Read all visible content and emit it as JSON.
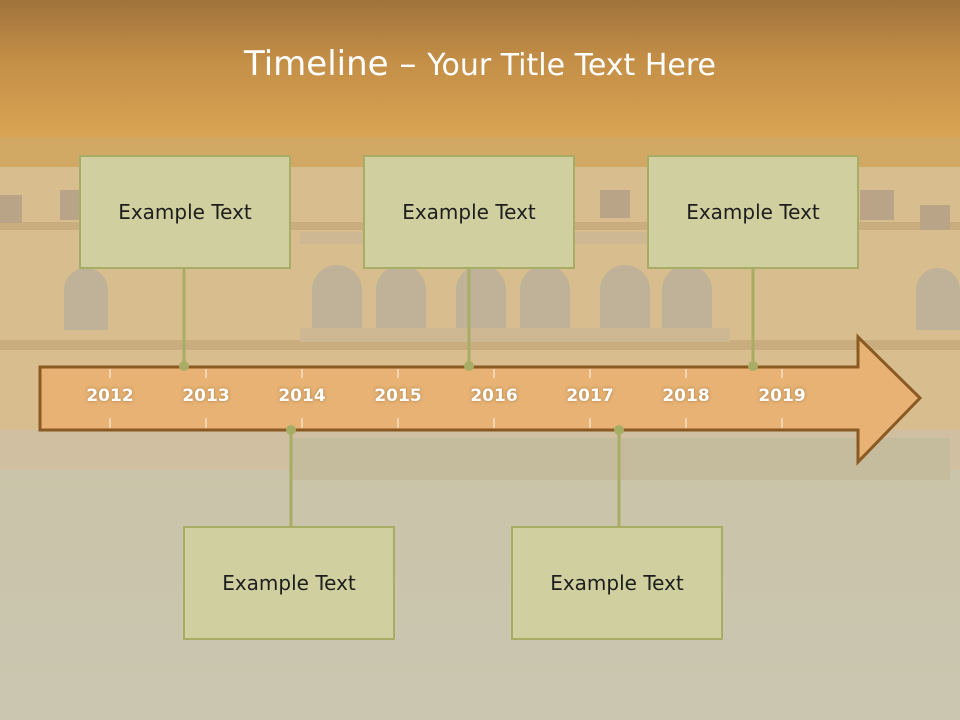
{
  "slide": {
    "title_main": "Timeline – ",
    "title_sub": "Your Title Text Here"
  },
  "colors": {
    "header": "#c48f47",
    "arrow_fill": "#e7b274",
    "arrow_stroke": "#8a5a22",
    "box_fill": "#cfcf9f",
    "box_border": "#a8ad66",
    "connector": "#a8ad66"
  },
  "timeline": {
    "years": [
      "2012",
      "2013",
      "2014",
      "2015",
      "2016",
      "2017",
      "2018",
      "2019"
    ],
    "events_top": [
      {
        "label": "Example Text"
      },
      {
        "label": "Example Text"
      },
      {
        "label": "Example Text"
      }
    ],
    "events_bottom": [
      {
        "label": "Example Text"
      },
      {
        "label": "Example Text"
      }
    ]
  }
}
